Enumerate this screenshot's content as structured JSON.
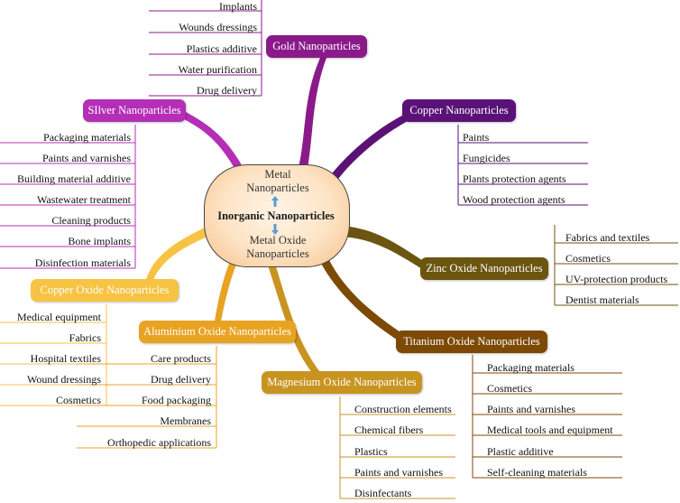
{
  "center": {
    "title": "Inorganic Nanoparticles",
    "top": "Metal Nanoparticles",
    "bottom": "Metal Oxide Nanoparticles"
  },
  "branches": [
    {
      "name": "Gold Nanoparticles",
      "color": "#8a1a8a",
      "items": [
        "Implants",
        "Wounds dressings",
        "Plastics additive",
        "Water purification",
        "Drug delivery"
      ]
    },
    {
      "name": "SIlver Nanoparticles",
      "color": "#b42fb6",
      "items": [
        "Packaging materials",
        "Paints and varnishes",
        "Building material additive",
        "Wastewater treatment",
        "Cleaning products",
        "Bone implants",
        "Disinfection materials"
      ]
    },
    {
      "name": "Copper Nanoparticles",
      "color": "#5a1277",
      "items": [
        "Paints",
        "Fungicides",
        "Plants protection agents",
        "Wood protection agents"
      ]
    },
    {
      "name": "Zinc Oxide Nanoparticles",
      "color": "#6b5510",
      "items": [
        "Fabrics and textiles",
        "Cosmetics",
        "UV-protection products",
        "Dentist materials"
      ]
    },
    {
      "name": "Copper Oxide Nanoparticles",
      "color": "#f6c343",
      "items": [
        "Medical equipment",
        "Fabrics",
        "Hospital textiles",
        "Wound dressings",
        "Cosmetics"
      ]
    },
    {
      "name": "Aluminium Oxide Nanoparticles",
      "color": "#e8a322",
      "items": [
        "Care products",
        "Drug delivery",
        "Food packaging",
        "Membranes",
        "Orthopedic applications"
      ]
    },
    {
      "name": "Titanium Oxide Nanoparticles",
      "color": "#7c4a05",
      "items": [
        "Packaging materials",
        "Cosmetics",
        "Paints and varnishes",
        "Medical tools and equipment",
        "Plastic additive",
        "Self-cleaning materials"
      ]
    },
    {
      "name": "Magnesium Oxide Nanoparticles",
      "color": "#c89420",
      "items": [
        "Construction elements",
        "Chemical fibers",
        "Plastics",
        "Paints and varnishes",
        "Disinfectants"
      ]
    }
  ]
}
